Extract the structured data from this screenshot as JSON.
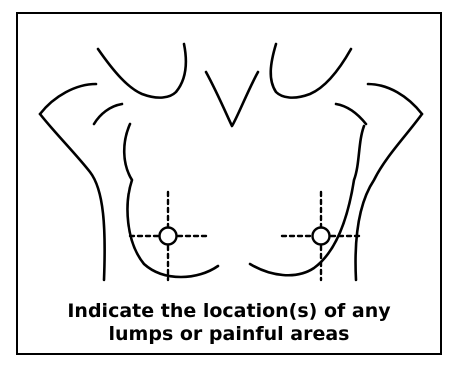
{
  "figure": {
    "caption_line1": "Indicate the location(s) of any",
    "caption_line2": "lumps or painful areas"
  },
  "colors": {
    "stroke": "#000000",
    "background": "#ffffff"
  },
  "icons": [
    "torso-outline-drawing",
    "crosshair-marker-icon"
  ]
}
